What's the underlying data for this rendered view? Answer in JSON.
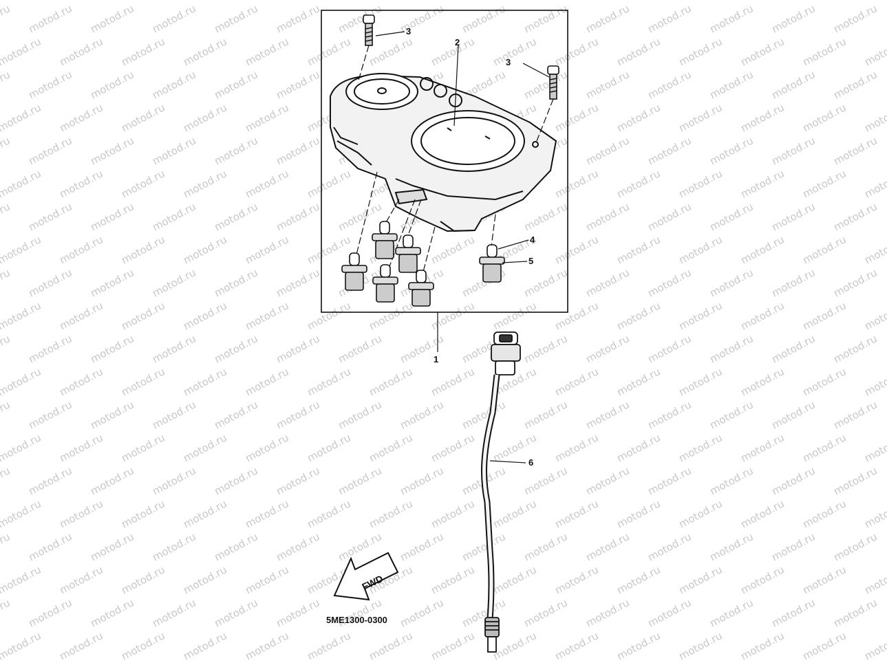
{
  "watermark": {
    "text": "motod.ru",
    "color": "#c8c8c8"
  },
  "diagram": {
    "part_number": "5ME1300-0300",
    "forward_label": "FWD",
    "callouts": [
      {
        "id": "c1",
        "label": "1"
      },
      {
        "id": "c2",
        "label": "2"
      },
      {
        "id": "c3a",
        "label": "3"
      },
      {
        "id": "c3b",
        "label": "3"
      },
      {
        "id": "c4",
        "label": "4"
      },
      {
        "id": "c5",
        "label": "5"
      },
      {
        "id": "c6",
        "label": "6"
      }
    ]
  }
}
